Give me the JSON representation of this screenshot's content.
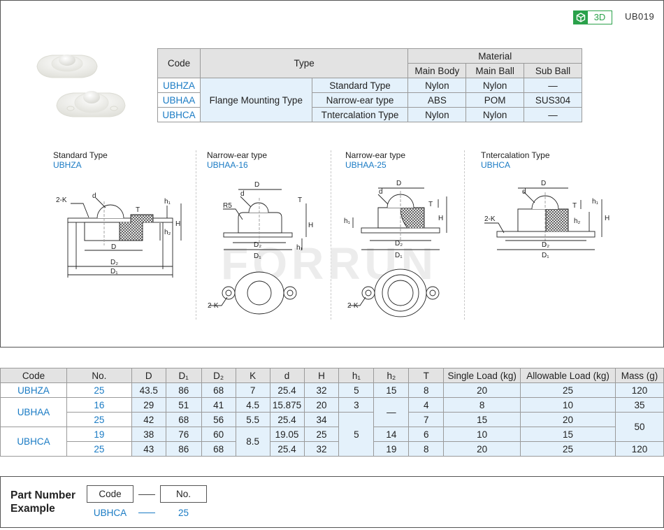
{
  "header": {
    "badge_3d": "3D",
    "series_code": "UB019"
  },
  "type_table": {
    "headers": {
      "code": "Code",
      "type": "Type",
      "material": "Material",
      "main_body": "Main Body",
      "main_ball": "Main Ball",
      "sub_ball": "Sub Ball"
    },
    "group_type": "Flange Mounting Type",
    "rows": [
      {
        "code": "UBHZA",
        "subtype": "Standard Type",
        "main_body": "Nylon",
        "main_ball": "Nylon",
        "sub_ball": "—"
      },
      {
        "code": "UBHAA",
        "subtype": "Narrow-ear type",
        "main_body": "ABS",
        "main_ball": "POM",
        "sub_ball": "SUS304"
      },
      {
        "code": "UBHCA",
        "subtype": "Tntercalation Type",
        "main_body": "Nylon",
        "main_ball": "Nylon",
        "sub_ball": "—"
      }
    ]
  },
  "drawings": [
    {
      "title": "Standard Type",
      "code": "UBHZA"
    },
    {
      "title": "Narrow-ear type",
      "code": "UBHAA-16"
    },
    {
      "title": "Narrow-ear type",
      "code": "UBHAA-25"
    },
    {
      "title": "Tntercalation Type",
      "code": "UBHCA"
    }
  ],
  "dim_labels": {
    "D": "D",
    "D1": "D₁",
    "D2": "D₂",
    "d": "d",
    "T": "T",
    "H": "H",
    "h1": "h₁",
    "h2": "h₂",
    "twoK": "2-K",
    "R5": "R5"
  },
  "watermark": "FORRUN",
  "spec_table": {
    "headers": [
      "Code",
      "No.",
      "D",
      "D₁",
      "D₂",
      "K",
      "d",
      "H",
      "h₁",
      "h₂",
      "T",
      "Single Load (kg)",
      "Allowable Load (kg)",
      "Mass (g)"
    ],
    "rows": [
      {
        "code": "UBHZA",
        "no": "25",
        "D": "43.5",
        "D1": "86",
        "D2": "68",
        "K": "7",
        "d": "25.4",
        "H": "32",
        "h1": "5",
        "h2": "15",
        "T": "8",
        "single": "20",
        "allowable": "25",
        "mass": "120"
      },
      {
        "code": "UBHAA",
        "no": "16",
        "D": "29",
        "D1": "51",
        "D2": "41",
        "K": "4.5",
        "d": "15.875",
        "H": "20",
        "h1": "3",
        "h2": "—",
        "T": "4",
        "single": "8",
        "allowable": "10",
        "mass": "35"
      },
      {
        "code": "UBHAA",
        "no": "25",
        "D": "42",
        "D1": "68",
        "D2": "56",
        "K": "5.5",
        "d": "25.4",
        "H": "34",
        "h1": "5",
        "h2": "—",
        "T": "7",
        "single": "15",
        "allowable": "20",
        "mass": "50"
      },
      {
        "code": "UBHCA",
        "no": "19",
        "D": "38",
        "D1": "76",
        "D2": "60",
        "K": "8.5",
        "d": "19.05",
        "H": "25",
        "h1": "5",
        "h2": "14",
        "T": "6",
        "single": "10",
        "allowable": "15",
        "mass": "50"
      },
      {
        "code": "UBHCA",
        "no": "25",
        "D": "43",
        "D1": "86",
        "D2": "68",
        "K": "8.5",
        "d": "25.4",
        "H": "32",
        "h1": "5",
        "h2": "19",
        "T": "8",
        "single": "20",
        "allowable": "25",
        "mass": "120"
      }
    ]
  },
  "part_number": {
    "title_line1": "Part Number",
    "title_line2": "Example",
    "code_label": "Code",
    "no_label": "No.",
    "code_value": "UBHCA",
    "no_value": "25"
  }
}
